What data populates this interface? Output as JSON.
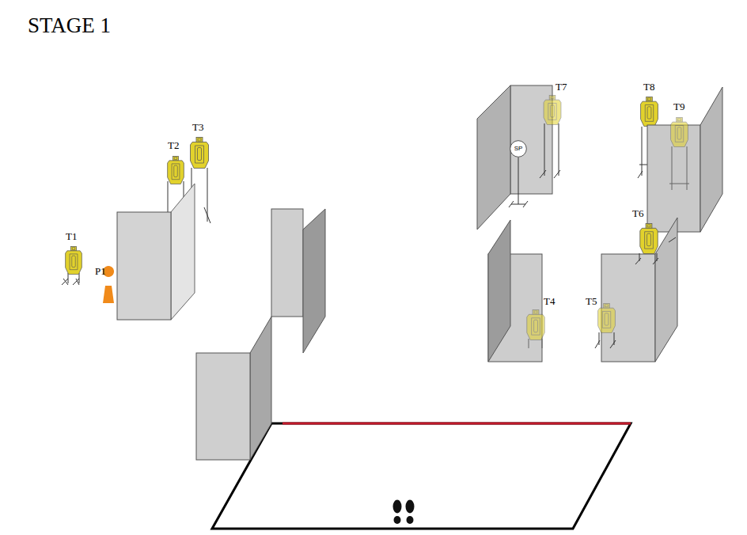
{
  "diagram": {
    "title": "STAGE 1",
    "nodes": [
      {
        "text": [
          "SP"
        ]
      }
    ],
    "labels": [
      "T1",
      "P1",
      "T2",
      "T3",
      "T7",
      "T8",
      "T9",
      "T6",
      "T4",
      "T5"
    ]
  }
}
